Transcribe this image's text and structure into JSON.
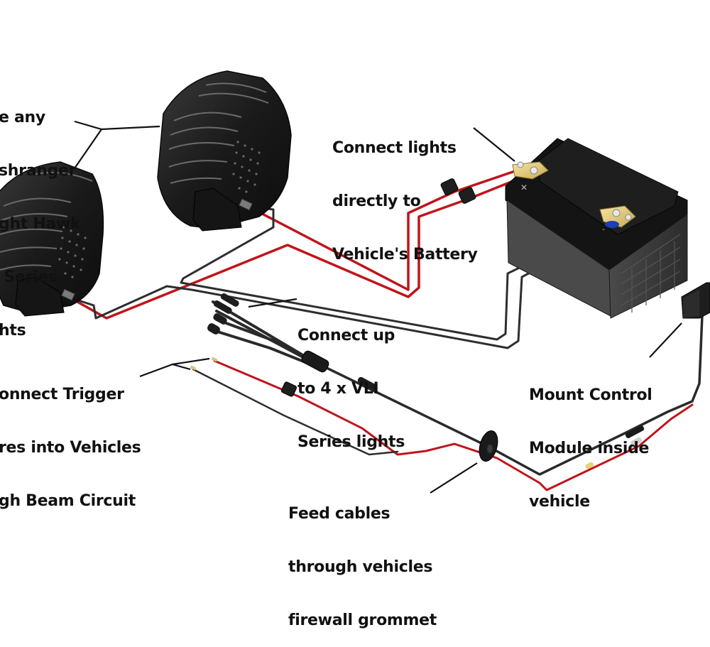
{
  "colors": {
    "positive_wire": "#c0141b",
    "negative_wire": "#2e2e2e",
    "light_housing": "#1c1c1c",
    "battery_body": "#3a3a3a",
    "battery_top": "#121212",
    "terminal_brass": "#e8d48a",
    "leader_line": "#111111",
    "text": "#111111",
    "background": "#ffffff"
  },
  "components": [
    {
      "id": "light-upper",
      "name": "VLI Series light (upper)"
    },
    {
      "id": "light-lower",
      "name": "VLI Series light (lower)"
    },
    {
      "id": "battery",
      "name": "Vehicle battery",
      "terminals": [
        "+",
        "-"
      ]
    },
    {
      "id": "inline-fuses",
      "name": "Inline fuse holders (x2)"
    },
    {
      "id": "splitter-harness",
      "name": "4-way splitter harness"
    },
    {
      "id": "trigger-fuse",
      "name": "Trigger wire inline fuse"
    },
    {
      "id": "firewall-grommet",
      "name": "Firewall grommet"
    },
    {
      "id": "control-module",
      "name": "Control module"
    }
  ],
  "labels": {
    "lights": {
      "lines": [
        "e any",
        "shranger",
        "ght Hawk",
        " Series",
        "hts"
      ]
    },
    "battery": {
      "lines": [
        "Connect lights",
        "directly to",
        "Vehicle's Battery"
      ]
    },
    "splitter": {
      "lines": [
        "Connect up",
        "to 4 x VLI",
        "Series lights"
      ]
    },
    "trigger": {
      "lines": [
        "onnect Trigger",
        "res into Vehicles",
        "gh Beam Circuit"
      ]
    },
    "module": {
      "lines": [
        "Mount Control",
        "Module inside",
        "vehicle"
      ]
    },
    "grommet": {
      "lines": [
        "Feed cables",
        "through vehicles",
        "firewall grommet"
      ]
    }
  }
}
